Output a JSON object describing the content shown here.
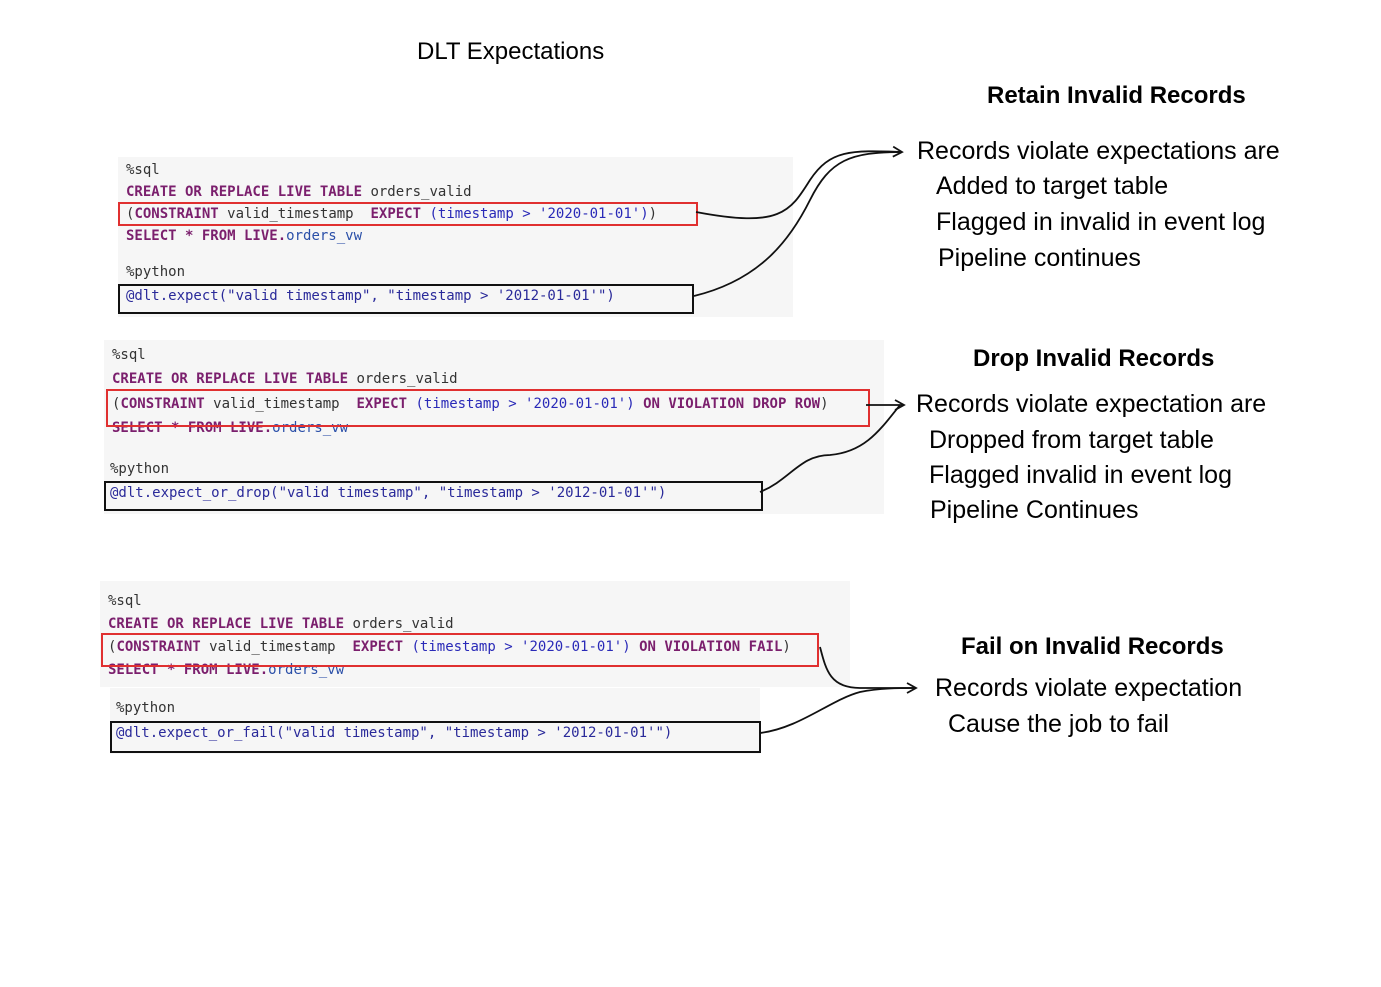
{
  "title": "DLT Expectations",
  "sections": [
    {
      "heading": "Retain Invalid Records",
      "sql": {
        "magic": "%sql",
        "create_kw": "CREATE OR REPLACE LIVE TABLE",
        "table": "orders_valid",
        "constraint_open": "(",
        "constraint_kw": "CONSTRAINT",
        "constraint_name": "valid_timestamp",
        "expect_kw": "EXPECT",
        "expr": "(timestamp > '2020-01-01')",
        "violation": "",
        "close": ")",
        "select_kw": "SELECT * FROM LIVE.",
        "source": "orders_vw"
      },
      "python": {
        "magic": "%python",
        "call": "@dlt.expect(\"valid timestamp\", \"timestamp > '2012-01-01'\")"
      },
      "lines": [
        "Records violate expectations are",
        "Added to target table",
        "Flagged in invalid in event log",
        "Pipeline continues"
      ]
    },
    {
      "heading": "Drop Invalid Records",
      "sql": {
        "magic": "%sql",
        "create_kw": "CREATE OR REPLACE LIVE TABLE",
        "table": "orders_valid",
        "constraint_open": "(",
        "constraint_kw": "CONSTRAINT",
        "constraint_name": "valid_timestamp",
        "expect_kw": "EXPECT",
        "expr": "(timestamp > '2020-01-01')",
        "violation": "ON VIOLATION DROP ROW",
        "close": ")",
        "select_kw": "SELECT * FROM LIVE.",
        "source": "orders_vw"
      },
      "python": {
        "magic": "%python",
        "call": "@dlt.expect_or_drop(\"valid timestamp\", \"timestamp > '2012-01-01'\")"
      },
      "lines": [
        "Records violate expectation are",
        "Dropped from target table",
        "Flagged invalid in event log",
        "Pipeline Continues"
      ]
    },
    {
      "heading": "Fail on Invalid Records",
      "sql": {
        "magic": "%sql",
        "create_kw": "CREATE OR REPLACE LIVE TABLE",
        "table": "orders_valid",
        "constraint_open": "(",
        "constraint_kw": "CONSTRAINT",
        "constraint_name": "valid_timestamp",
        "expect_kw": "EXPECT",
        "expr": "(timestamp > '2020-01-01')",
        "violation": "ON VIOLATION FAIL",
        "close": ")",
        "select_kw": "SELECT * FROM LIVE.",
        "source": "orders_vw"
      },
      "python": {
        "magic": "%python",
        "call": "@dlt.expect_or_fail(\"valid timestamp\", \"timestamp > '2012-01-01'\")"
      },
      "lines": [
        "Records violate expectation",
        "Cause the job to fail"
      ]
    }
  ]
}
